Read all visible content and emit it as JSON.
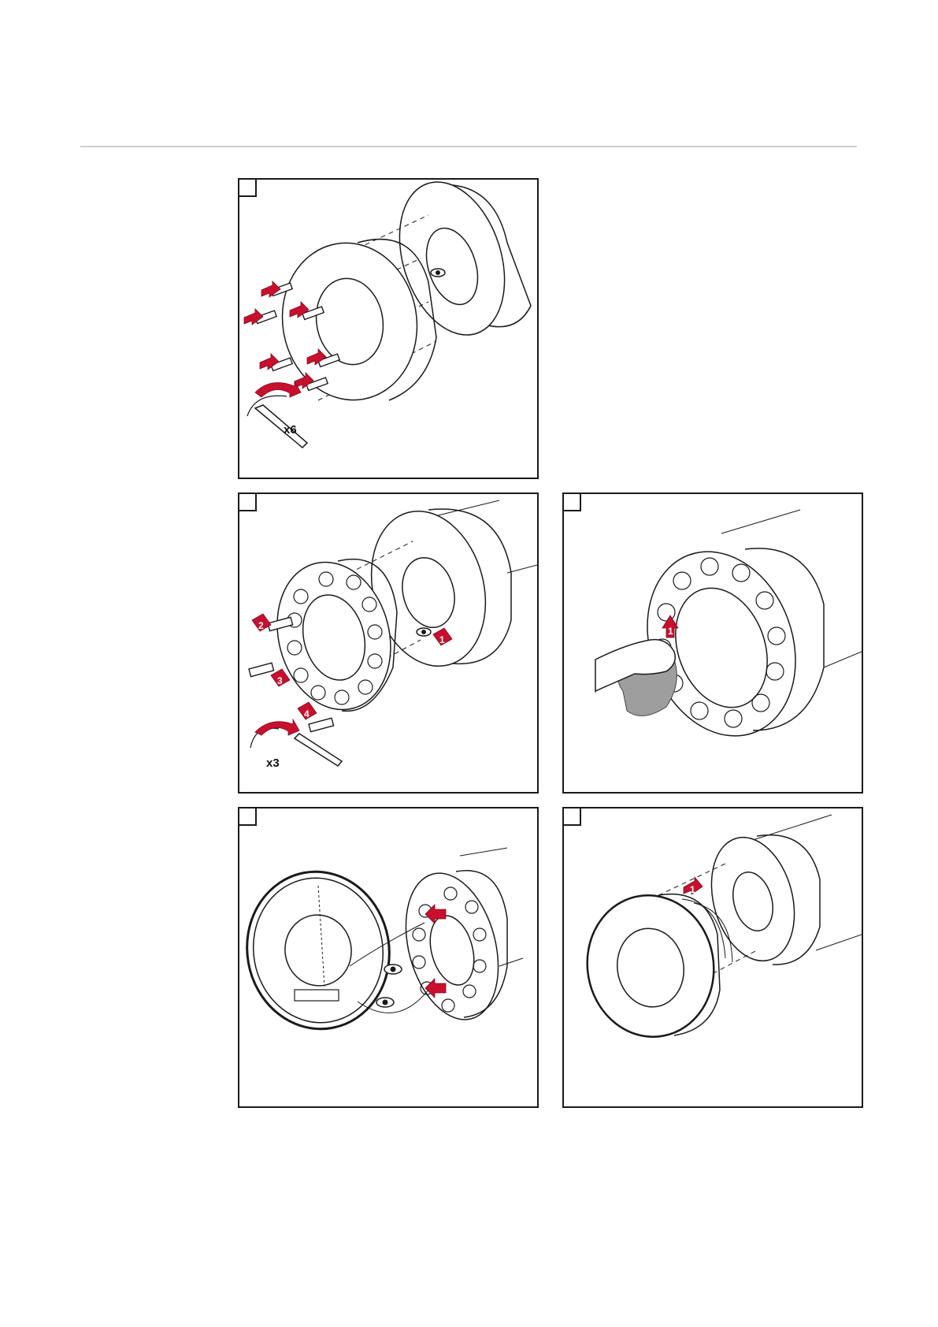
{
  "figures": [
    {
      "id": "p1",
      "label": "x6"
    },
    {
      "id": "p2",
      "label": "x3",
      "callouts": [
        "1",
        "2",
        "3",
        "4"
      ]
    },
    {
      "id": "p3",
      "callouts": [
        "1"
      ]
    },
    {
      "id": "p4"
    },
    {
      "id": "p5",
      "callouts": [
        "1"
      ]
    }
  ],
  "colors": {
    "arrow": "#c8102e",
    "line": "#1a1a1a",
    "cloth": "#9e9e9e"
  }
}
